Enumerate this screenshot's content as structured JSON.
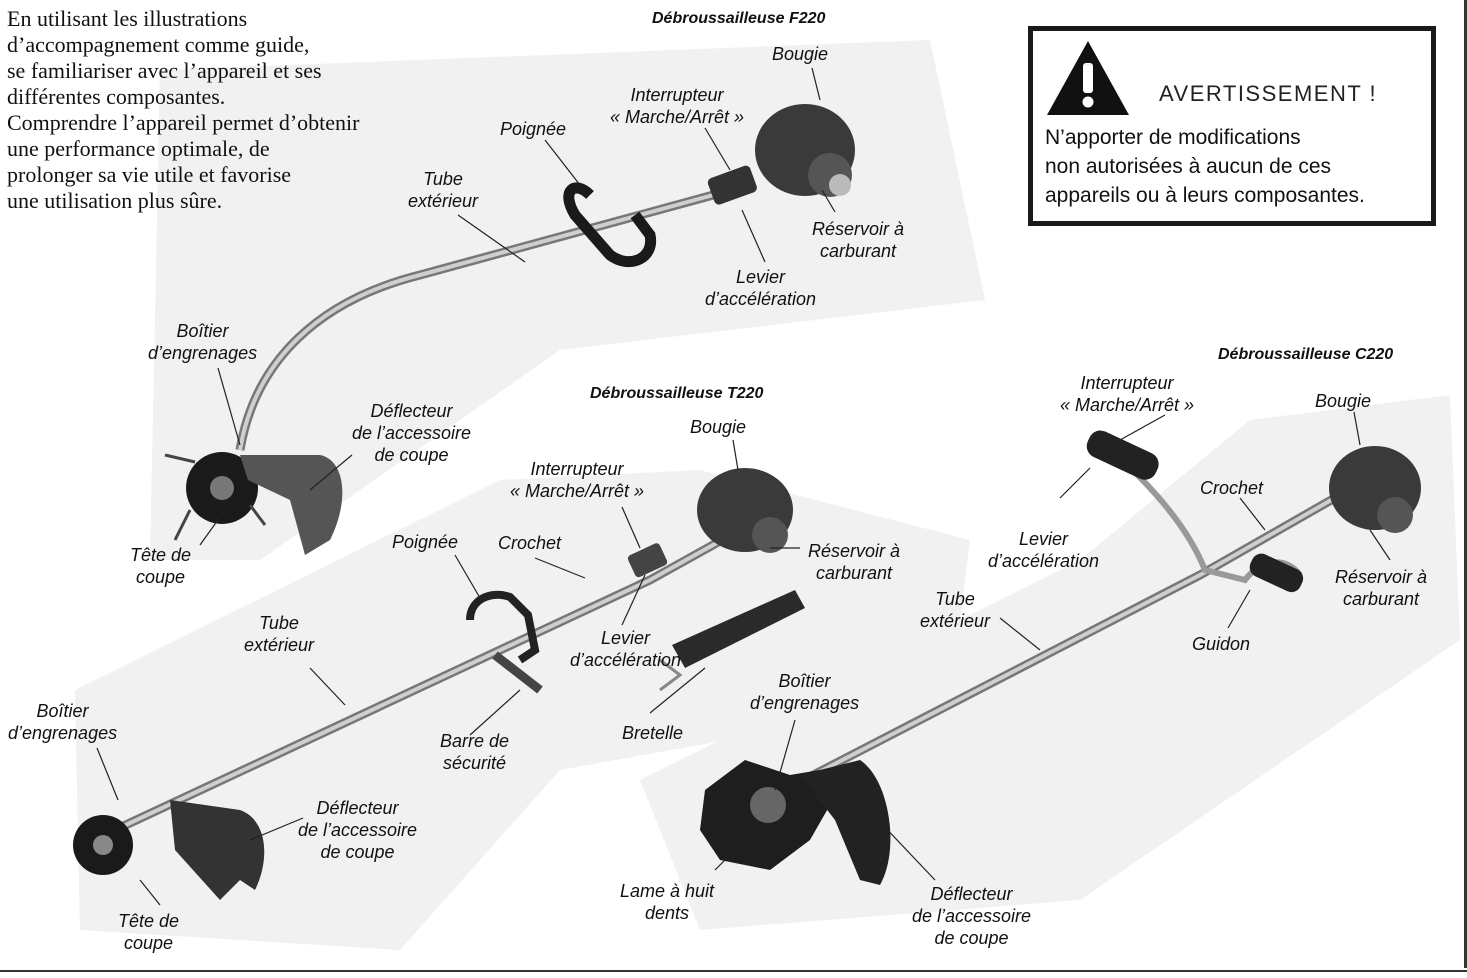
{
  "intro": {
    "lines": [
      "En utilisant les illustrations",
      "d’accompagnement comme guide,",
      "se familiariser avec l’appareil et ses",
      "différentes composantes.",
      "Comprendre l’appareil permet d’obtenir",
      "une performance optimale, de",
      "prolonger sa vie utile et favorise",
      "une utilisation plus sûre."
    ]
  },
  "warning": {
    "icon": "warning-triangle-icon",
    "title": "AVERTISSEMENT !",
    "lines": [
      "N’apporter de modifications",
      "non autorisées à aucun de ces",
      "appareils ou à leurs composantes."
    ]
  },
  "models": {
    "f220": {
      "title": "Débroussailleuse F220",
      "bougie": "Bougie",
      "interrupteur": [
        "Interrupteur",
        "« Marche/Arrêt »"
      ],
      "poignee": "Poignée",
      "tube": [
        "Tube",
        "extérieur"
      ],
      "reservoir": [
        "Réservoir à",
        "carburant"
      ],
      "levier": [
        "Levier",
        "d’accélération"
      ],
      "boitier": [
        "Boîtier",
        "d’engrenages"
      ],
      "deflecteur": [
        "Déflecteur",
        "de l’accessoire",
        "de coupe"
      ],
      "tete": [
        "Tête de",
        "coupe"
      ]
    },
    "t220": {
      "title": "Débroussailleuse T220",
      "bougie": "Bougie",
      "interrupteur": [
        "Interrupteur",
        "« Marche/Arrêt »"
      ],
      "poignee": "Poignée",
      "crochet": "Crochet",
      "reservoir": [
        "Réservoir à",
        "carburant"
      ],
      "tube": [
        "Tube",
        "extérieur"
      ],
      "levier": [
        "Levier",
        "d’accélération"
      ],
      "boitier": [
        "Boîtier",
        "d’engrenages"
      ],
      "barre": [
        "Barre de",
        "sécurité"
      ],
      "bretelle": "Bretelle",
      "deflecteur": [
        "Déflecteur",
        "de l’accessoire",
        "de coupe"
      ],
      "tete": [
        "Tête de",
        "coupe"
      ]
    },
    "c220": {
      "title": "Débroussailleuse C220",
      "interrupteur": [
        "Interrupteur",
        "« Marche/Arrêt »"
      ],
      "bougie": "Bougie",
      "crochet": "Crochet",
      "levier": [
        "Levier",
        "d’accélération"
      ],
      "reservoir": [
        "Réservoir à",
        "carburant"
      ],
      "tube": [
        "Tube",
        "extérieur"
      ],
      "guidon": "Guidon",
      "boitier": [
        "Boîtier",
        "d’engrenages"
      ],
      "lame": [
        "Lame à huit",
        "dents"
      ],
      "deflecteur": [
        "Déflecteur",
        "de l’accessoire",
        "de coupe"
      ]
    }
  }
}
